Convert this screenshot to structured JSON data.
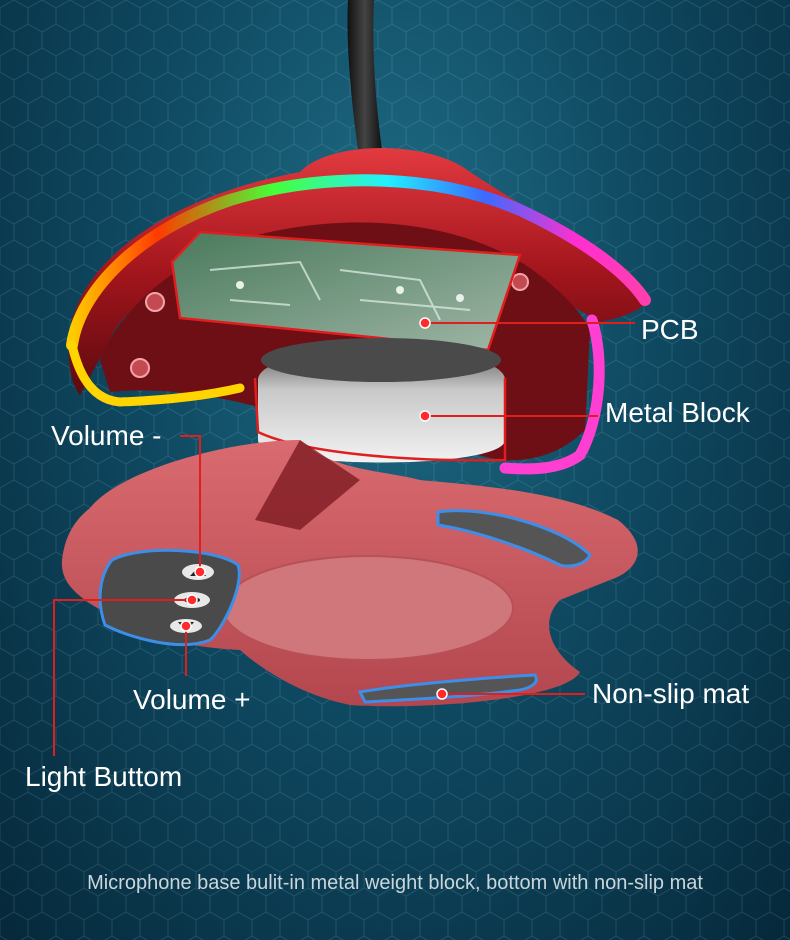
{
  "labels": {
    "pcb": "PCB",
    "metal_block": "Metal Block",
    "volume_minus": "Volume -",
    "volume_plus": "Volume +",
    "light_button": "Light Buttom",
    "non_slip_mat": "Non-slip mat"
  },
  "caption": "Microphone base bulit-in metal weight block, bottom with non-slip mat",
  "colors": {
    "background": "#0f4a62",
    "callout_line": "#e01e1e",
    "base_body": "#c9555b",
    "label_text": "#ffffff"
  }
}
